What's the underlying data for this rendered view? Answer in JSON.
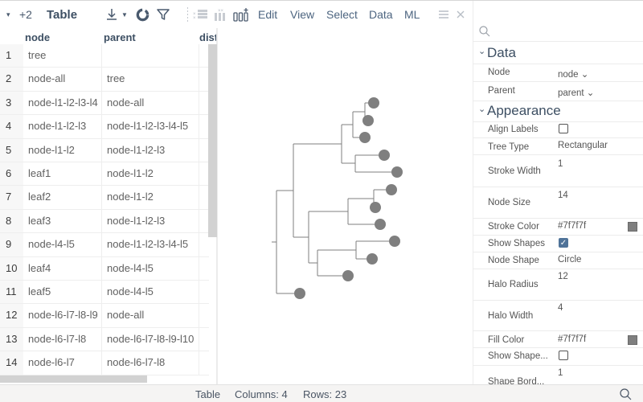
{
  "toolbar": {
    "caret": "▾",
    "count": "+2",
    "title": "Table",
    "menus": [
      "Edit",
      "View",
      "Select",
      "Data",
      "ML"
    ],
    "icons": [
      "download-icon",
      "refresh-icon",
      "filter-icon",
      "add-rows-icon",
      "add-columns-icon",
      "add-new-column-icon",
      "hamburger-icon",
      "close-icon"
    ]
  },
  "grid": {
    "columns": [
      "node",
      "parent",
      "dist"
    ],
    "rows": [
      {
        "n": "1",
        "node": "tree",
        "parent": ""
      },
      {
        "n": "2",
        "node": "node-all",
        "parent": "tree"
      },
      {
        "n": "3",
        "node": "node-l1-l2-l3-l4",
        "parent": "node-all"
      },
      {
        "n": "4",
        "node": "node-l1-l2-l3",
        "parent": "node-l1-l2-l3-l4-l5"
      },
      {
        "n": "5",
        "node": "node-l1-l2",
        "parent": "node-l1-l2-l3"
      },
      {
        "n": "6",
        "node": "leaf1",
        "parent": "node-l1-l2"
      },
      {
        "n": "7",
        "node": "leaf2",
        "parent": "node-l1-l2"
      },
      {
        "n": "8",
        "node": "leaf3",
        "parent": "node-l1-l2-l3"
      },
      {
        "n": "9",
        "node": "node-l4-l5",
        "parent": "node-l1-l2-l3-l4-l5"
      },
      {
        "n": "10",
        "node": "leaf4",
        "parent": "node-l4-l5"
      },
      {
        "n": "11",
        "node": "leaf5",
        "parent": "node-l4-l5"
      },
      {
        "n": "12",
        "node": "node-l6-l7-l8-l9",
        "parent": "node-all"
      },
      {
        "n": "13",
        "node": "node-l6-l7-l8",
        "parent": "node-l6-l7-l8-l9-l10"
      },
      {
        "n": "14",
        "node": "node-l6-l7",
        "parent": "node-l6-l7-l8"
      }
    ]
  },
  "tree": {
    "stroke_color": "#7f7f7f",
    "fill_color": "#7f7f7f",
    "leaves": 12
  },
  "props": {
    "sections": {
      "data": {
        "title": "Data",
        "chevron": "⌄"
      },
      "appearance": {
        "title": "Appearance",
        "chevron": "⌄"
      }
    },
    "data": [
      {
        "label": "Node",
        "value": "node ⌄"
      },
      {
        "label": "Parent",
        "value": "parent ⌄"
      }
    ],
    "appearance": {
      "align_labels": {
        "label": "Align Labels",
        "checked": false
      },
      "tree_type": {
        "label": "Tree Type",
        "value": "Rectangular"
      },
      "stroke_width": {
        "label": "Stroke Width",
        "value": "1"
      },
      "node_size": {
        "label": "Node Size",
        "value": "14"
      },
      "stroke_color": {
        "label": "Stroke Color",
        "value": "#7f7f7f"
      },
      "show_shapes": {
        "label": "Show Shapes",
        "checked": true
      },
      "node_shape": {
        "label": "Node Shape",
        "value": "Circle"
      },
      "halo_radius": {
        "label": "Halo Radius",
        "value": "12"
      },
      "halo_width": {
        "label": "Halo Width",
        "value": "4"
      },
      "fill_color": {
        "label": "Fill Color",
        "value": "#7f7f7f"
      },
      "show_shape_border": {
        "label": "Show Shape...",
        "checked": false
      },
      "shape_border": {
        "label": "Shape Bord...",
        "value": "1"
      }
    }
  },
  "status": {
    "view": "Table",
    "columns": "Columns: 4",
    "rows": "Rows: 23"
  }
}
